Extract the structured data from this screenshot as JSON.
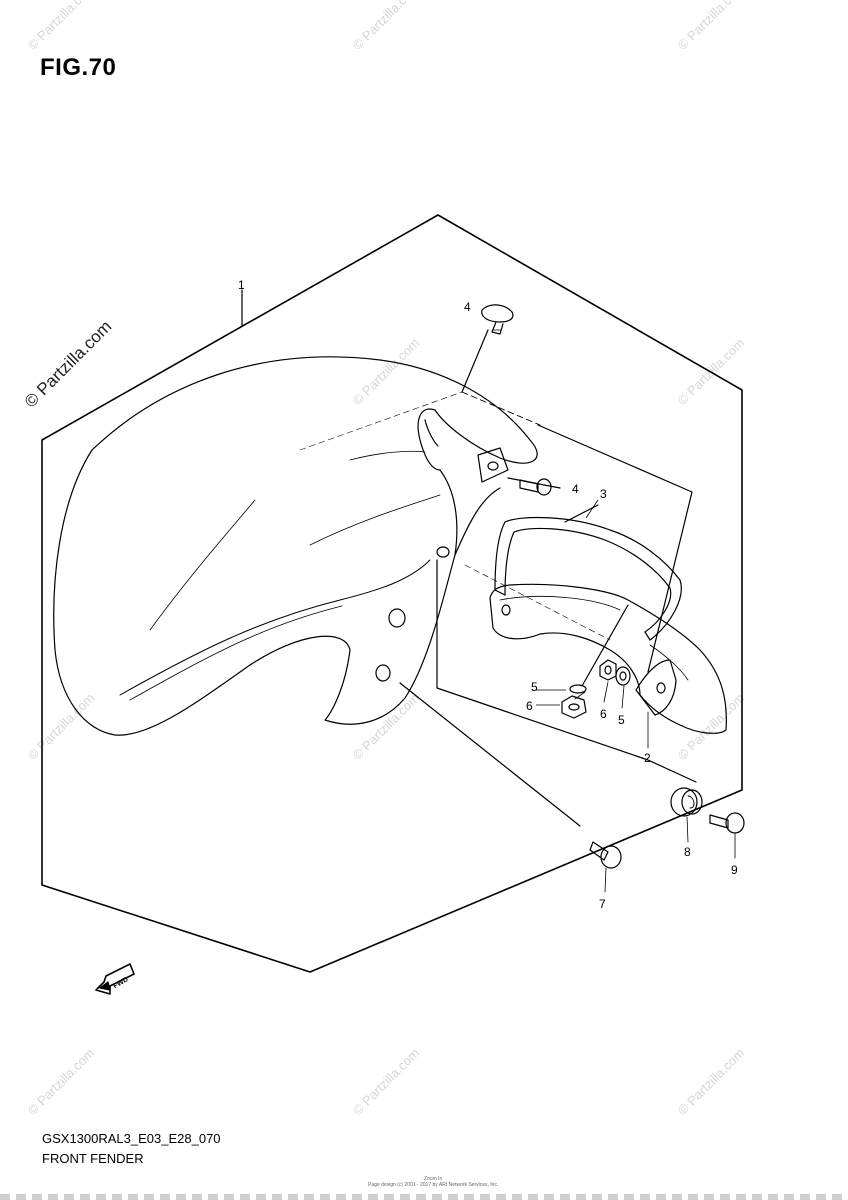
{
  "figure": {
    "title": "FIG.70",
    "model_code": "GSX1300RAL3_E03_E28_070",
    "name": "FRONT FENDER"
  },
  "watermark": {
    "text": "© Partzilla.com",
    "color": "#d6d6d6"
  },
  "credit": {
    "line1": "Zoom In",
    "line2": "Page design (c) 2001 - 2017 by ARI Network Services, Inc."
  },
  "direction_arrow": "FWD",
  "callouts": [
    {
      "number": "1",
      "part": "front-fender"
    },
    {
      "number": "4",
      "part": "screw"
    },
    {
      "number": "4",
      "part": "screw"
    },
    {
      "number": "3",
      "part": "fender-brace"
    },
    {
      "number": "5",
      "part": "washer"
    },
    {
      "number": "6",
      "part": "nut"
    },
    {
      "number": "6",
      "part": "nut"
    },
    {
      "number": "5",
      "part": "washer"
    },
    {
      "number": "2",
      "part": "rear-fender-piece"
    },
    {
      "number": "8",
      "part": "cushion"
    },
    {
      "number": "9",
      "part": "bolt"
    },
    {
      "number": "7",
      "part": "screw"
    }
  ]
}
